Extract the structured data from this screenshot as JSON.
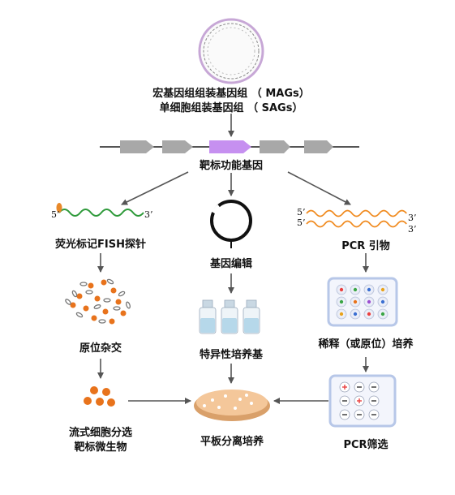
{
  "top": {
    "line1": "宏基因组组装基因组 （ MAGs）",
    "line2": "单细胞组装基因组 （ SAGs）"
  },
  "target_gene": "靶标功能基因",
  "left": {
    "probe": "荧光标记FISH探针",
    "hybrid": "原位杂交",
    "sort_line1": "流式细胞分选",
    "sort_line2": "靶标微生物",
    "five": "5’",
    "three": "3’"
  },
  "middle": {
    "edit": "基因编辑",
    "medium": "特异性培养基",
    "plate": "平板分离培养"
  },
  "right": {
    "primer": "PCR 引物",
    "dilute": "稀释（或原位）培养",
    "screen": "PCR筛选",
    "five_a": "5’",
    "five_b": "5’",
    "three_a": "3’",
    "three_b": "3’"
  },
  "colors": {
    "arrow": "#555555",
    "gene_gray": "#a8a8a8",
    "gene_purple": "#c690f0",
    "probe_wave": "#2e9a3a",
    "probe_label": "#e8892a",
    "primer_wave": "#f08a1e",
    "cells": "#e8731c",
    "petri": "#f4c79a",
    "vial_liquid": "#b6d8ea",
    "well_border": "#b7c7e8"
  }
}
